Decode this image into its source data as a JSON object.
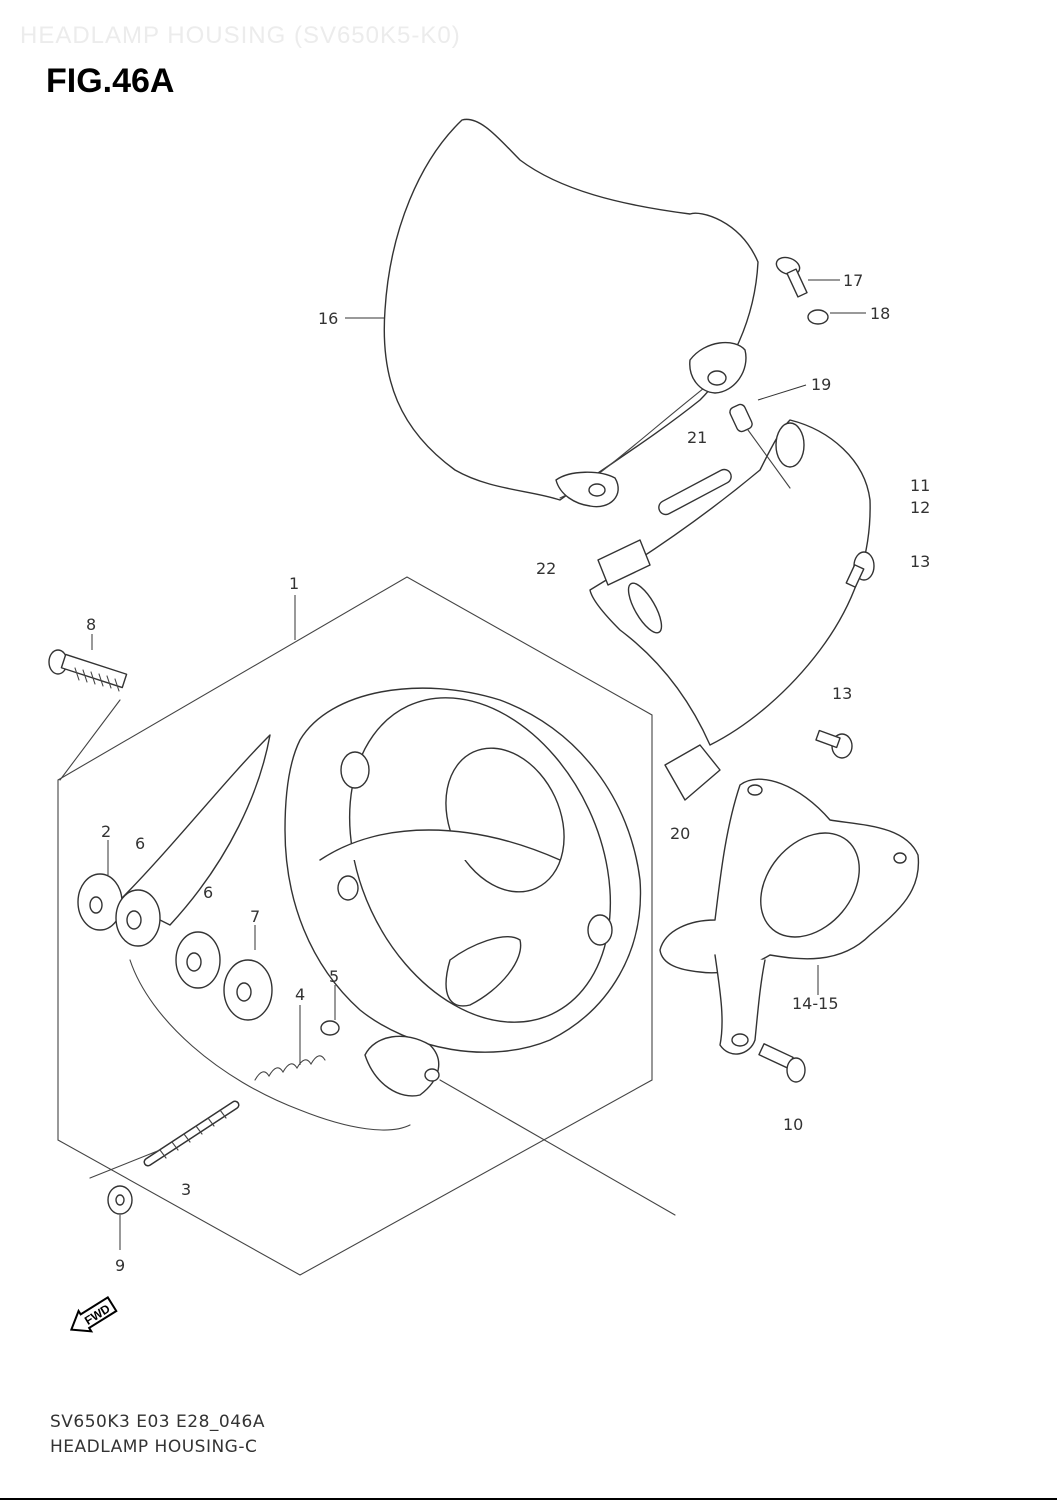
{
  "header": {
    "ghost_title": "HEADLAMP HOUSING (SV650K5-K0)",
    "figure_label": "FIG.46A"
  },
  "footer": {
    "code": "SV650K3 E03 E28_046A",
    "name": "HEADLAMP HOUSING-C"
  },
  "fwd_label": "FWD",
  "callouts": {
    "c1": "1",
    "c2": "2",
    "c3": "3",
    "c4": "4",
    "c5": "5",
    "c6a": "6",
    "c6b": "6",
    "c7": "7",
    "c8": "8",
    "c9": "9",
    "c10": "10",
    "c11": "11",
    "c12": "12",
    "c13a": "13",
    "c13b": "13",
    "c14_15": "14-15",
    "c16": "16",
    "c17": "17",
    "c18": "18",
    "c19": "19",
    "c20": "20",
    "c21": "21",
    "c22": "22"
  }
}
